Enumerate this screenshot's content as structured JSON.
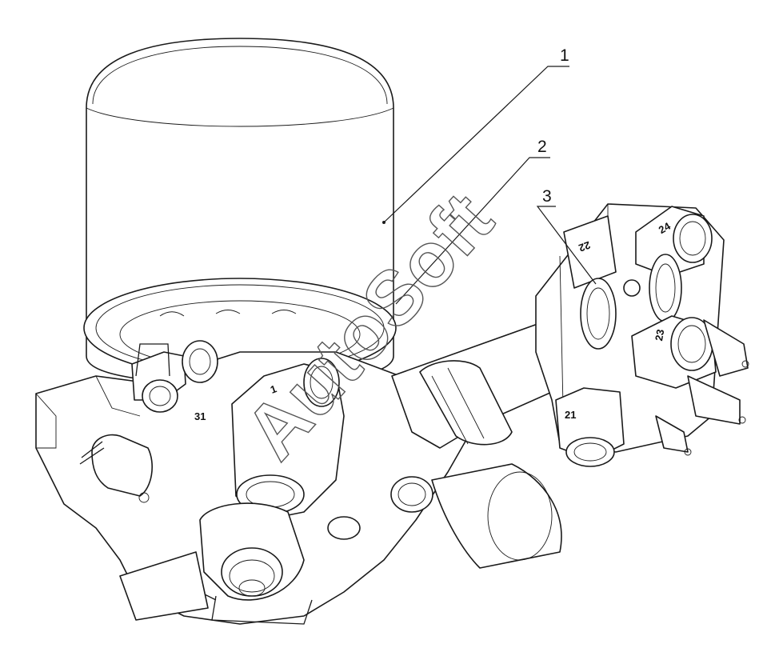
{
  "callouts": [
    {
      "id": "1",
      "label": "1"
    },
    {
      "id": "2",
      "label": "2"
    },
    {
      "id": "3",
      "label": "3"
    }
  ],
  "port_numbers": {
    "p1": "1",
    "p31": "31",
    "p21": "21",
    "p22": "22",
    "p23": "23",
    "p24": "24"
  },
  "watermark": "AutoSoft"
}
